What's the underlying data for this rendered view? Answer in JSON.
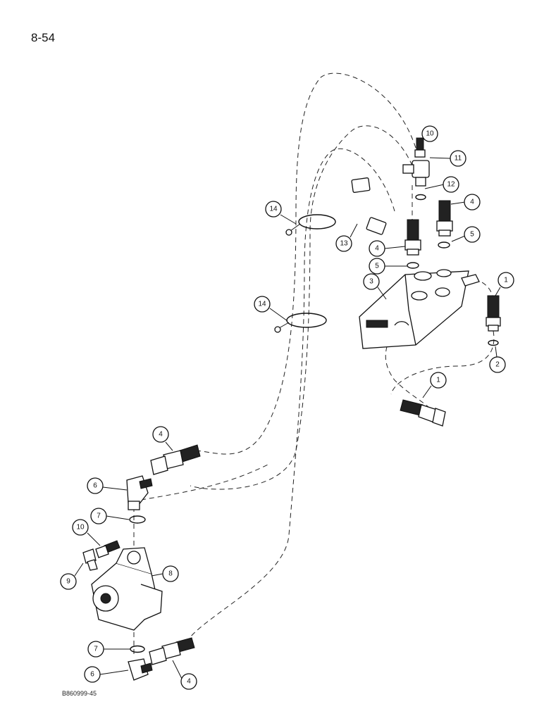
{
  "page": {
    "number": "8-54",
    "figure_id": "B860999-45"
  },
  "callouts": {
    "c1a": "1",
    "c1b": "1",
    "c2": "2",
    "c3": "3",
    "c4a": "4",
    "c4b": "4",
    "c4c": "4",
    "c4d": "4",
    "c5a": "5",
    "c5b": "5",
    "c6a": "6",
    "c6b": "6",
    "c7a": "7",
    "c7b": "7",
    "c8": "8",
    "c9": "9",
    "c10a": "10",
    "c10b": "10",
    "c11": "11",
    "c12": "12",
    "c13": "13",
    "c14a": "14",
    "c14b": "14"
  }
}
